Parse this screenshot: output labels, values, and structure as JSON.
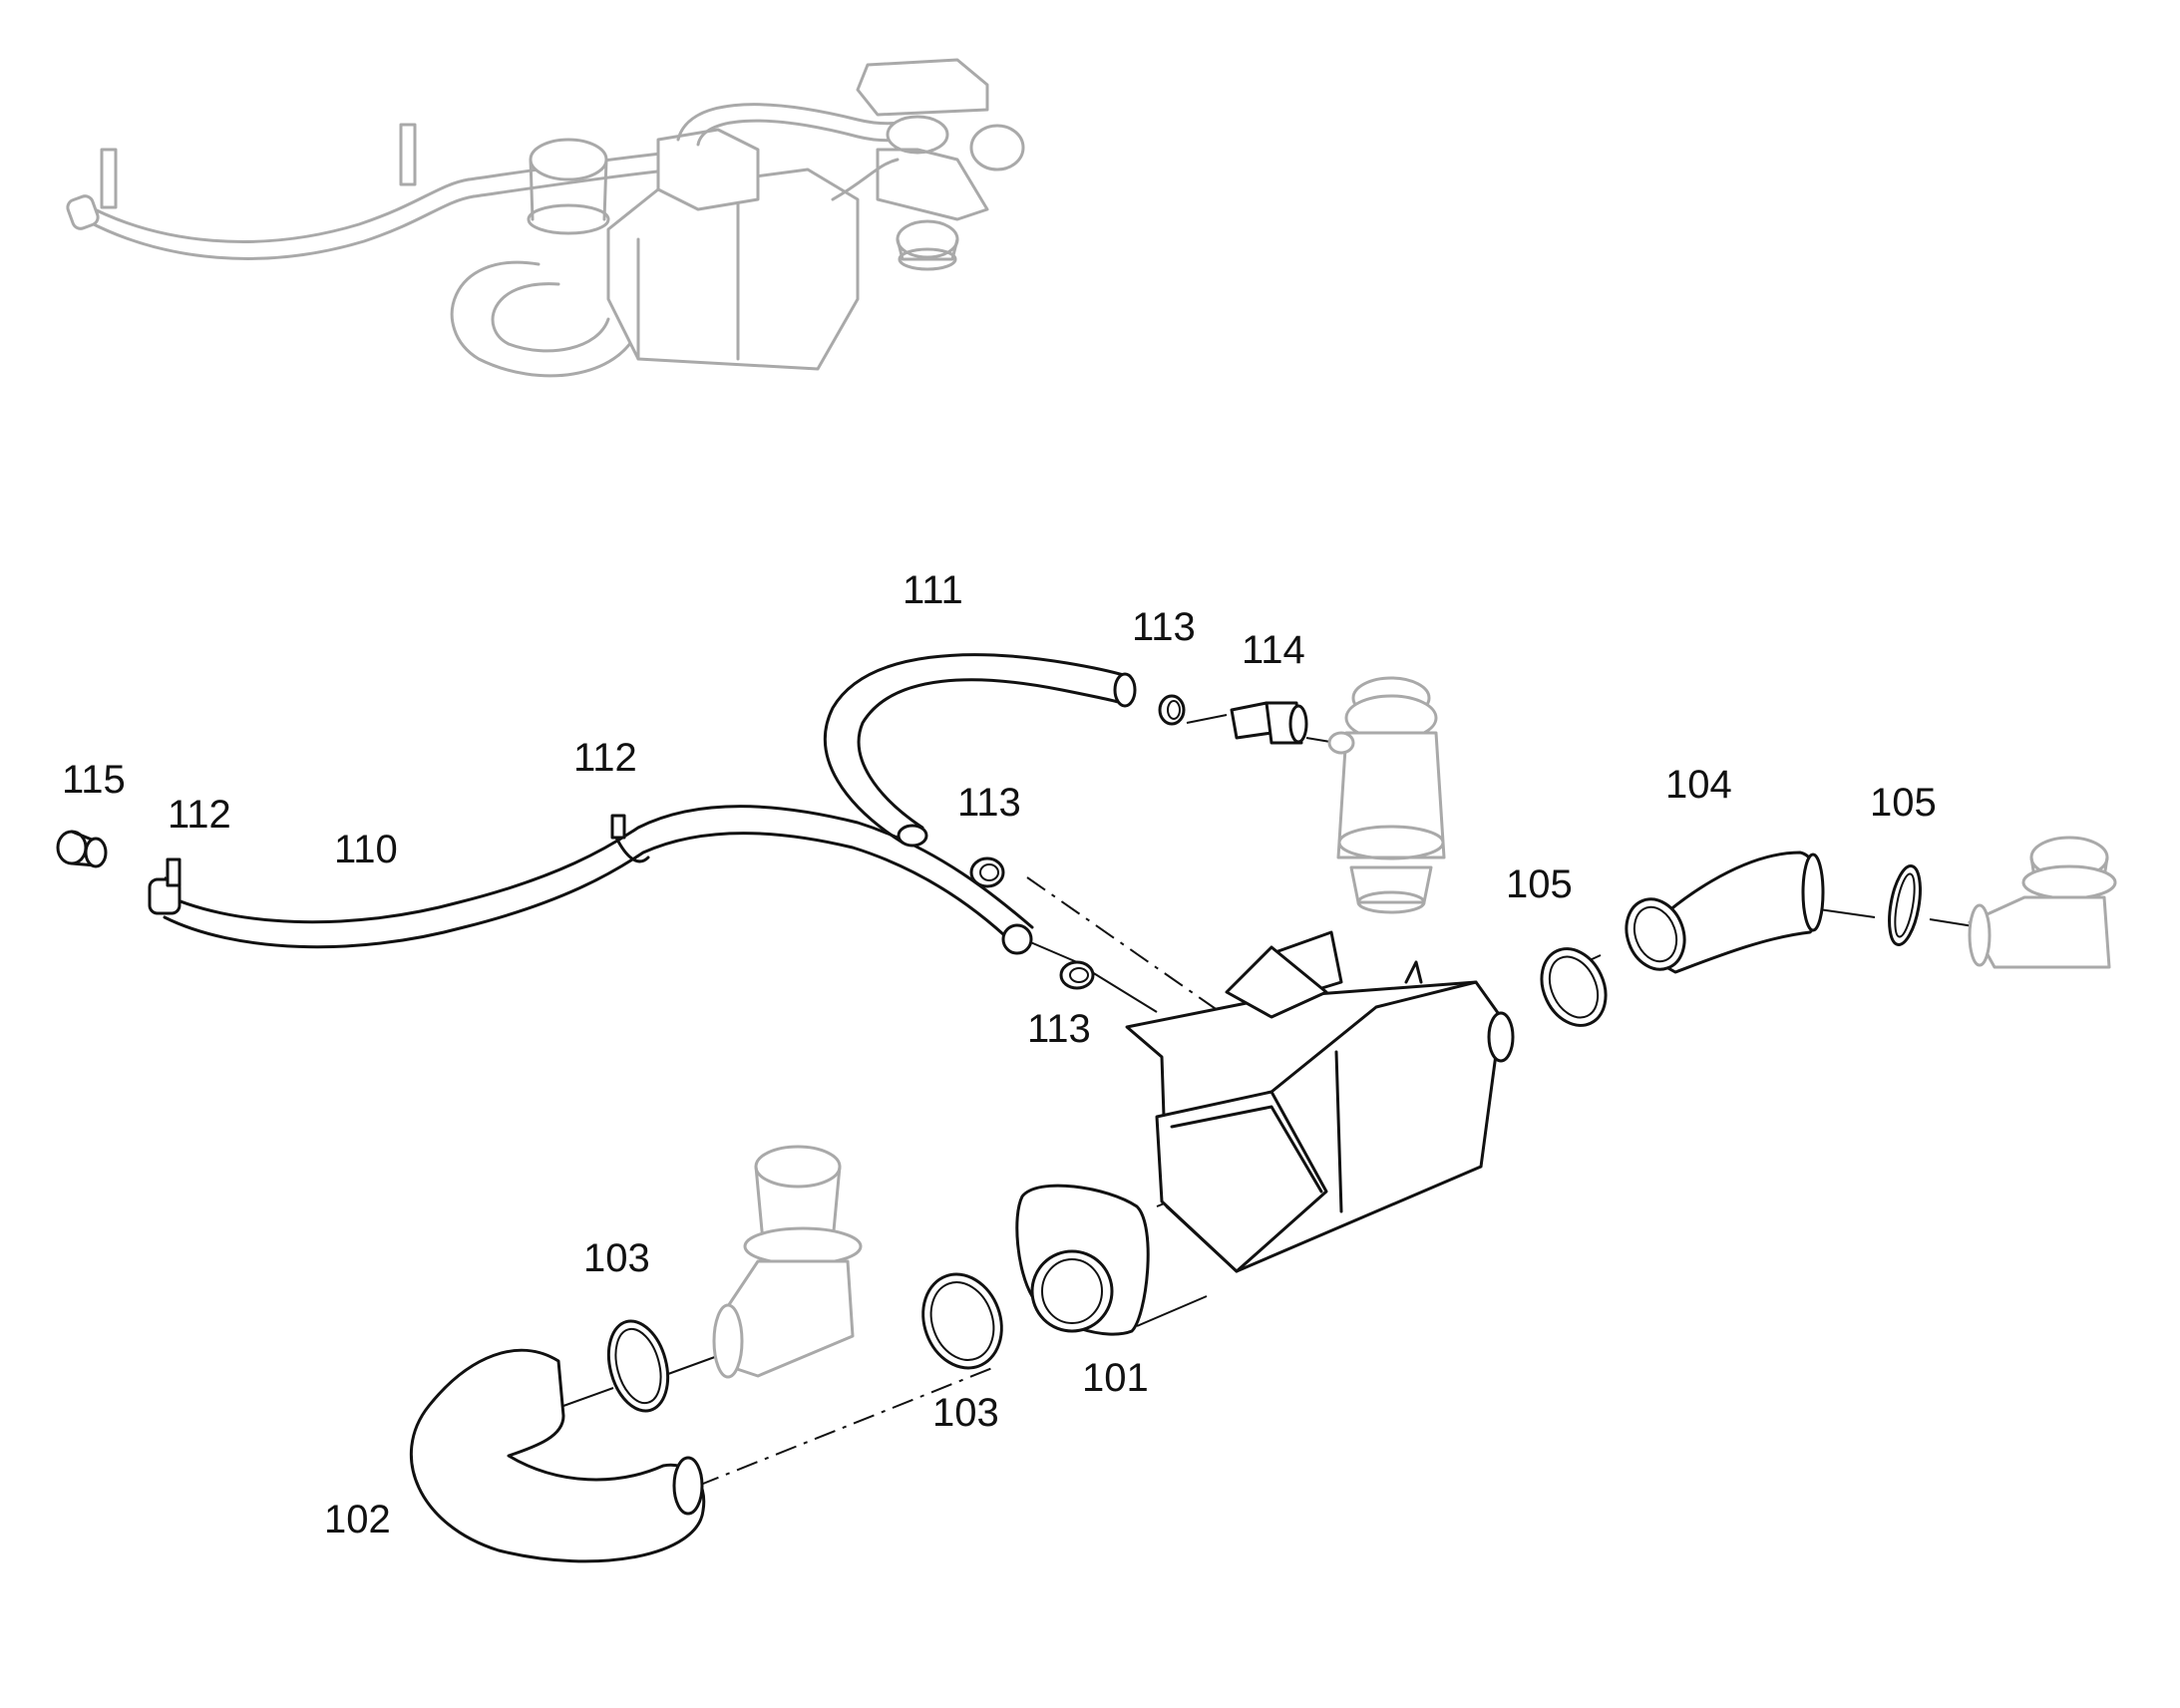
{
  "part_labels": [
    {
      "id": "101",
      "text": "101"
    },
    {
      "id": "102",
      "text": "102"
    },
    {
      "id": "103a",
      "text": "103"
    },
    {
      "id": "103b",
      "text": "103"
    },
    {
      "id": "104",
      "text": "104"
    },
    {
      "id": "105a",
      "text": "105"
    },
    {
      "id": "105b",
      "text": "105"
    },
    {
      "id": "110",
      "text": "110"
    },
    {
      "id": "111",
      "text": "111"
    },
    {
      "id": "112a",
      "text": "112"
    },
    {
      "id": "112b",
      "text": "112"
    },
    {
      "id": "113a",
      "text": "113"
    },
    {
      "id": "113b",
      "text": "113"
    },
    {
      "id": "113c",
      "text": "113"
    },
    {
      "id": "114",
      "text": "114"
    },
    {
      "id": "115",
      "text": "115"
    }
  ],
  "colors": {
    "line": "#111111",
    "reference_line": "#a9a9a9",
    "background": "#ffffff"
  }
}
